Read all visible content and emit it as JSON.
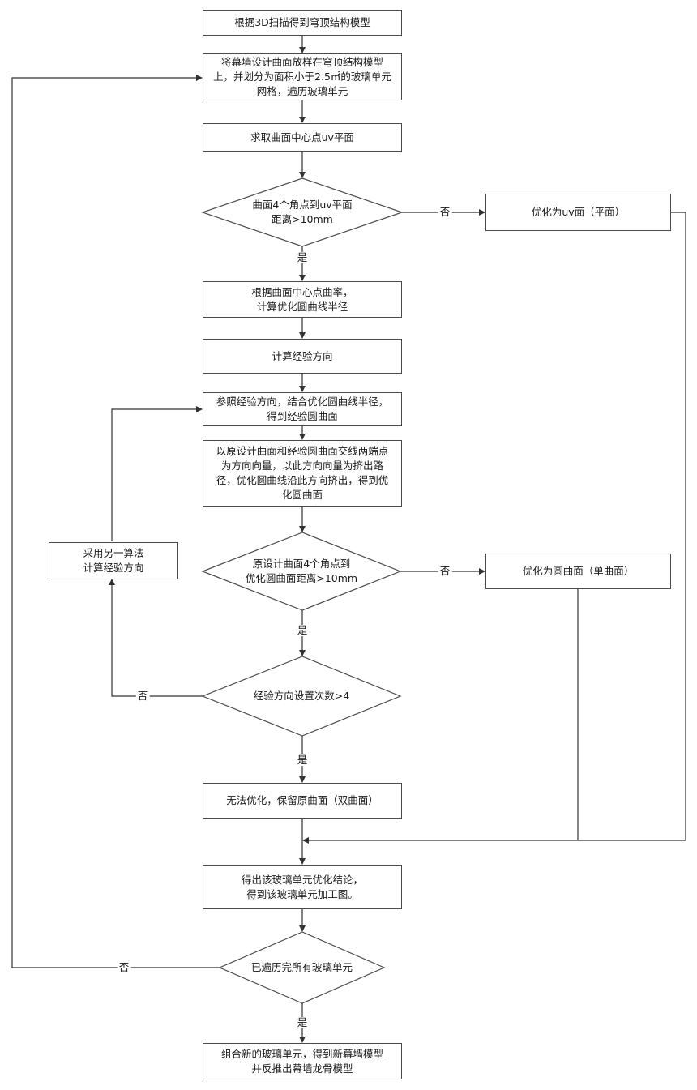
{
  "nodes": {
    "n1": "根据3D扫描得到穹顶结构模型",
    "n2": "将幕墙设计曲面放样在穹顶结构模型\n上，并划分为面积小于2.5㎡的玻璃单元\n网格，遍历玻璃单元",
    "n3": "求取曲面中心点uv平面",
    "d1": "曲面4个角点到uv平面\n距离>10mm",
    "r1": "优化为uv面（平面）",
    "n4": "根据曲面中心点曲率，\n计算优化圆曲线半径",
    "n5": "计算经验方向",
    "n6": "参照经验方向，结合优化圆曲线半径，\n得到经验圆曲面",
    "n7": "以原设计曲面和经验圆曲面交线两端点\n为方向向量，以此方向向量为挤出路\n径，优化圆曲线沿此方向挤出，得到优\n化圆曲面",
    "side": "采用另一算法\n计算经验方向",
    "d2": "原设计曲面4个角点到\n优化圆曲面距离>10mm",
    "r2": "优化为圆曲面（单曲面）",
    "d3": "经验方向设置次数>4",
    "n8": "无法优化，保留原曲面（双曲面）",
    "n9": "得出该玻璃单元优化结论，\n得到该玻璃单元加工图。",
    "d4": "已遍历完所有玻璃单元",
    "n10": "组合新的玻璃单元，得到新幕墙模型\n并反推出幕墙龙骨模型"
  },
  "labels": {
    "yes": "是",
    "no": "否"
  },
  "colors": {
    "line": "#333333",
    "border": "#4a4a4a"
  }
}
